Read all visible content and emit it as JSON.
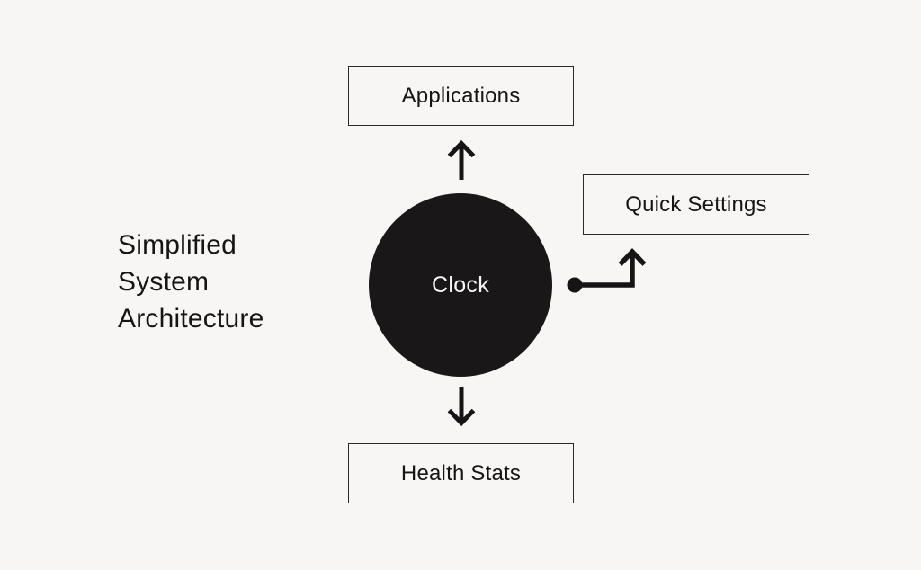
{
  "diagram": {
    "title": "Simplified System Architecture",
    "center_node": {
      "label": "Clock"
    },
    "nodes": [
      {
        "id": "applications",
        "label": "Applications"
      },
      {
        "id": "quick-settings",
        "label": "Quick Settings"
      },
      {
        "id": "health-stats",
        "label": "Health Stats"
      }
    ],
    "connectors": [
      {
        "id": "clock-to-applications",
        "type": "arrow-up"
      },
      {
        "id": "clock-to-health-stats",
        "type": "arrow-down"
      },
      {
        "id": "clock-to-quick-settings",
        "type": "dot-elbow-arrow-up"
      }
    ],
    "colors": {
      "background": "#f7f6f4",
      "ink": "#161414",
      "node_fill": "#191717",
      "node_text": "#f7f6f4",
      "box_border": "#2a2a2a"
    }
  }
}
